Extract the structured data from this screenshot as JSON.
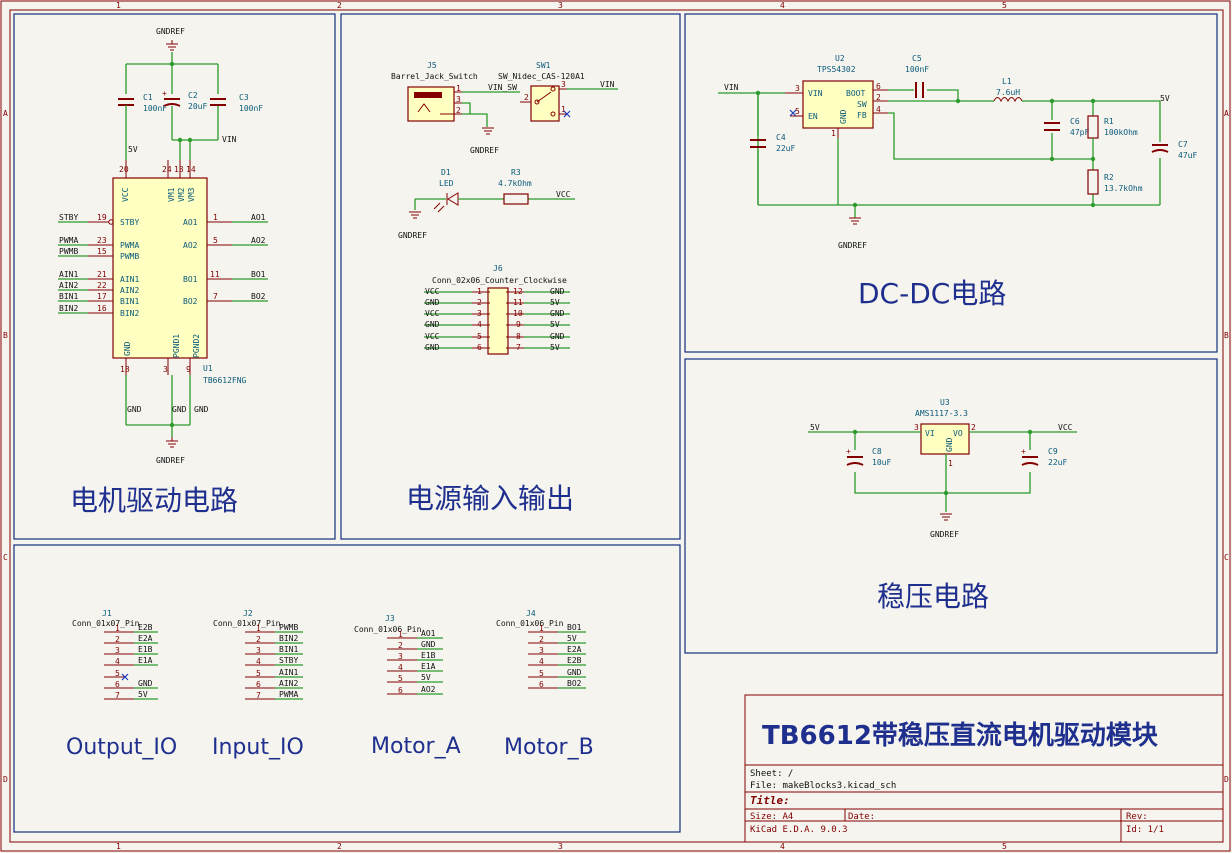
{
  "border": {
    "cols": [
      "1",
      "2",
      "3",
      "4",
      "5"
    ],
    "rows": [
      "A",
      "B",
      "C",
      "D"
    ]
  },
  "blocks": {
    "motor": "电机驱动电路",
    "power": "电源输入输出",
    "dcdc": "DC-DC电路",
    "reg": "稳压电路",
    "out": "Output_IO",
    "in": "Input_IO",
    "ma": "Motor_A",
    "mb": "Motor_B"
  },
  "u1": {
    "ref": "U1",
    "value": "TB6612FNG",
    "left_pins": [
      [
        "STBY",
        "19",
        "STBY"
      ],
      [
        "PWMA",
        "23",
        "PWMA"
      ],
      [
        "PWMB",
        "15",
        "PWMB"
      ],
      [
        "AIN1",
        "21",
        "AIN1"
      ],
      [
        "AIN2",
        "22",
        "AIN2"
      ],
      [
        "BIN1",
        "17",
        "BIN1"
      ],
      [
        "BIN2",
        "16",
        "BIN2"
      ]
    ],
    "right_pins": [
      [
        "AO1",
        "1",
        "AO1"
      ],
      [
        "AO2",
        "5",
        "AO2"
      ],
      [
        "BO1",
        "11",
        "BO1"
      ],
      [
        "BO2",
        "7",
        "BO2"
      ]
    ],
    "top_pins": [
      [
        "VCC",
        "20"
      ],
      [
        "VM1",
        "24"
      ],
      [
        "VM2",
        "13"
      ],
      [
        "VM3",
        "14"
      ]
    ],
    "bot_pins": [
      [
        "GND",
        "18"
      ],
      [
        "PGND1",
        "3"
      ],
      [
        "PGND2",
        "9"
      ]
    ]
  },
  "motor_net": {
    "gndref_top": "GNDREF",
    "gndref_bot": "GNDREF",
    "v5": "5V",
    "vin": "VIN",
    "gnd": "GND",
    "c1": [
      "C1",
      "100nF"
    ],
    "c2": [
      "C2",
      "20uF"
    ],
    "c3": [
      "C3",
      "100nF"
    ]
  },
  "power": {
    "j5": [
      "J5",
      "Barrel_Jack_Switch"
    ],
    "sw1": [
      "SW1",
      "SW_Nidec_CAS-120A1"
    ],
    "vin_sw": "VIN_SW",
    "vin": "VIN",
    "gndref": "GNDREF",
    "d1": [
      "D1",
      "LED"
    ],
    "r3": [
      "R3",
      "4.7kOhm"
    ],
    "vcc": "VCC",
    "gndref2": "GNDREF",
    "j6": [
      "J6",
      "Conn_02x06_Counter_Clockwise"
    ],
    "j6_left": [
      [
        "VCC",
        "1"
      ],
      [
        "GND",
        "2"
      ],
      [
        "VCC",
        "3"
      ],
      [
        "GND",
        "4"
      ],
      [
        "VCC",
        "5"
      ],
      [
        "GND",
        "6"
      ]
    ],
    "j6_right": [
      [
        "GND",
        "12"
      ],
      [
        "5V",
        "11"
      ],
      [
        "GND",
        "10"
      ],
      [
        "5V",
        "9"
      ],
      [
        "GND",
        "8"
      ],
      [
        "5V",
        "7"
      ]
    ]
  },
  "dcdc": {
    "vin": "VIN",
    "u2": [
      "U2",
      "TPS54302"
    ],
    "c5": [
      "C5",
      "100nF"
    ],
    "l1": [
      "L1",
      "7.6uH"
    ],
    "v5": "5V",
    "c4": [
      "C4",
      "22uF"
    ],
    "c6": [
      "C6",
      "47pF"
    ],
    "r1": [
      "R1",
      "100kOhm"
    ],
    "r2": [
      "R2",
      "13.7kOhm"
    ],
    "c7": [
      "C7",
      "47uF"
    ],
    "gndref": "GNDREF",
    "u2_pins": {
      "vin": "VIN",
      "en": "EN",
      "gnd": "GND",
      "boot": "BOOT",
      "sw": "SW",
      "fb": "FB",
      "p3": "3",
      "p5": "5",
      "p1": "1",
      "p6": "6",
      "p2": "2",
      "p4": "4"
    }
  },
  "reg": {
    "u3": [
      "U3",
      "AMS1117-3.3"
    ],
    "v5": "5V",
    "vcc": "VCC",
    "c8": [
      "C8",
      "10uF"
    ],
    "c9": [
      "C9",
      "22uF"
    ],
    "gndref": "GNDREF",
    "pins": {
      "vi": "VI",
      "vo": "VO",
      "gnd": "GND",
      "p3": "3",
      "p2": "2",
      "p1": "1"
    }
  },
  "connectors": [
    {
      "ref": "J1",
      "value": "Conn_01x07_Pin",
      "pins": [
        [
          "1",
          "E2B"
        ],
        [
          "2",
          "E2A"
        ],
        [
          "3",
          "E1B"
        ],
        [
          "4",
          "E1A"
        ],
        [
          "5",
          ""
        ],
        [
          "6",
          "GND"
        ],
        [
          "7",
          "5V"
        ]
      ]
    },
    {
      "ref": "J2",
      "value": "Conn_01x07_Pin",
      "pins": [
        [
          "1",
          "PWMB"
        ],
        [
          "2",
          "BIN2"
        ],
        [
          "3",
          "BIN1"
        ],
        [
          "4",
          "STBY"
        ],
        [
          "5",
          "AIN1"
        ],
        [
          "6",
          "AIN2"
        ],
        [
          "7",
          "PWMA"
        ]
      ]
    },
    {
      "ref": "J3",
      "value": "Conn_01x06_Pin",
      "pins": [
        [
          "1",
          "AO1"
        ],
        [
          "2",
          "GND"
        ],
        [
          "3",
          "E1B"
        ],
        [
          "4",
          "E1A"
        ],
        [
          "5",
          "5V"
        ],
        [
          "6",
          "AO2"
        ]
      ]
    },
    {
      "ref": "J4",
      "value": "Conn_01x06_Pin",
      "pins": [
        [
          "1",
          "BO1"
        ],
        [
          "2",
          "5V"
        ],
        [
          "3",
          "E2A"
        ],
        [
          "4",
          "E2B"
        ],
        [
          "5",
          "GND"
        ],
        [
          "6",
          "BO2"
        ]
      ]
    }
  ],
  "titleblock": {
    "title": "TB6612带稳压直流电机驱动模块",
    "sheet_label": "Sheet: /",
    "file_label": "File: makeBlocks3.kicad_sch",
    "title_label": "Title:",
    "size_label": "Size: A4",
    "date_label": "Date:",
    "rev_label": "Rev:",
    "kicad_label": "KiCad E.D.A. 9.0.3",
    "id_label": "Id: 1/1"
  }
}
